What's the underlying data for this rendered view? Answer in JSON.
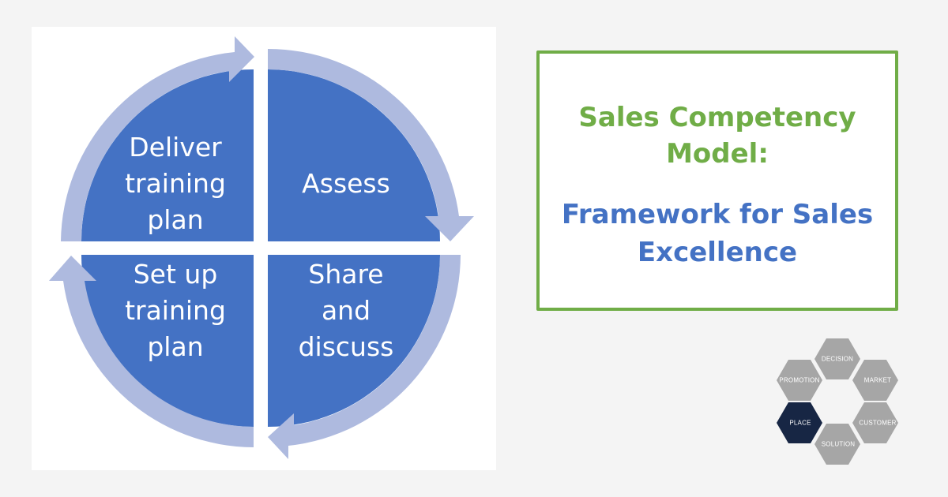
{
  "cycle_diagram": {
    "quadrants": [
      {
        "position": "top-left",
        "label_lines": [
          "Deliver",
          "training",
          "plan"
        ]
      },
      {
        "position": "top-right",
        "label_lines": [
          "Assess"
        ]
      },
      {
        "position": "bottom-right",
        "label_lines": [
          "Share",
          "and",
          "discuss"
        ]
      },
      {
        "position": "bottom-left",
        "label_lines": [
          "Set up",
          "training",
          "plan"
        ]
      }
    ],
    "colors": {
      "quadrant_fill": "#4472c4",
      "arrow_fill": "#aebadf",
      "label": "#ffffff"
    }
  },
  "title_box": {
    "line1": "Sales Competency",
    "line2": "Model:",
    "line3": "Framework for Sales",
    "line4": "Excellence",
    "colors": {
      "border": "#70ad47",
      "heading": "#70ad47",
      "subheading": "#4472c4"
    }
  },
  "hex_logo": {
    "items": [
      {
        "label": "DECISION",
        "highlighted": false
      },
      {
        "label": "MARKET",
        "highlighted": false
      },
      {
        "label": "CUSTOMER",
        "highlighted": false
      },
      {
        "label": "SOLUTION",
        "highlighted": false
      },
      {
        "label": "PLACE",
        "highlighted": true
      },
      {
        "label": "PROMOTION",
        "highlighted": false
      }
    ],
    "colors": {
      "default": "#a6a6a6",
      "highlight": "#172644"
    }
  }
}
